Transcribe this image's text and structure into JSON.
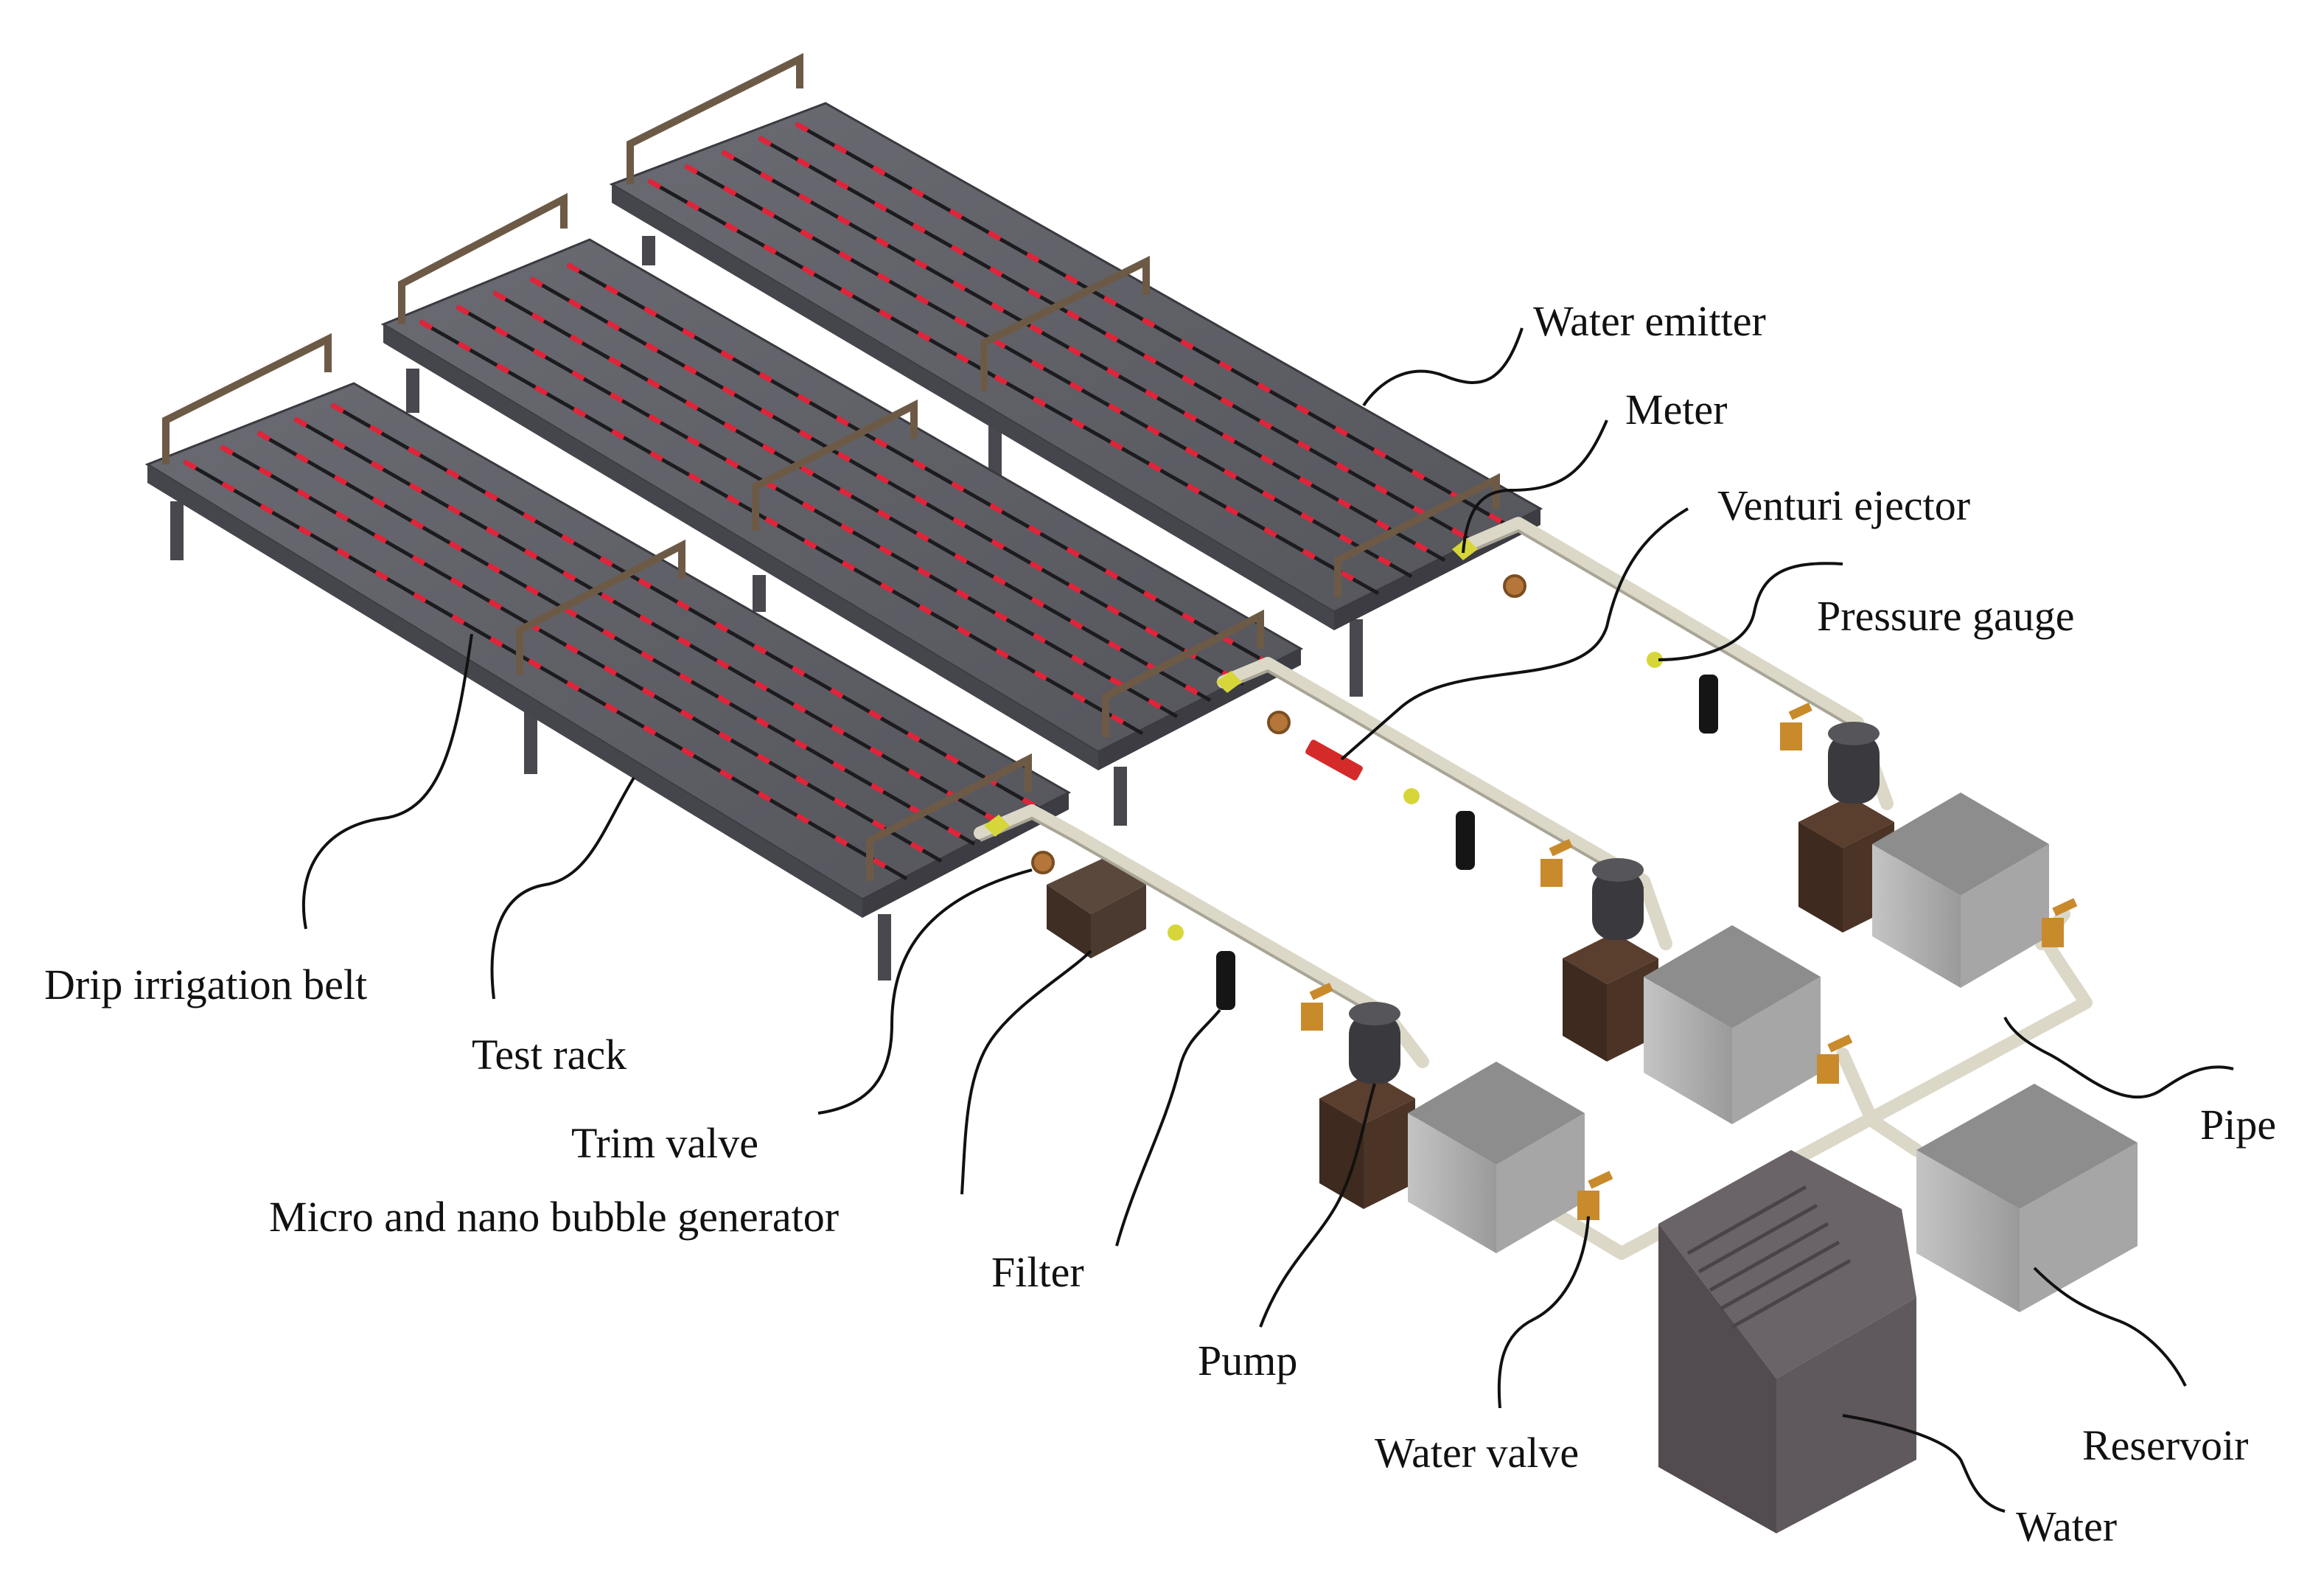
{
  "labels": {
    "water_emitter": "Water emitter",
    "meter": "Meter",
    "venturi_ejector": "Venturi ejector",
    "pressure_gauge": "Pressure gauge",
    "drip_irrigation_belt": "Drip irrigation belt",
    "test_rack": "Test rack",
    "trim_valve": "Trim valve",
    "micro_nano_bubble_generator": "Micro and nano bubble generator",
    "filter": "Filter",
    "pump": "Pump",
    "water_valve": "Water valve",
    "reservoir": "Reservoir",
    "pipe": "Pipe",
    "water": "Water"
  },
  "colors": {
    "rack_top": "#5b5b63",
    "rack_side": "#46464d",
    "leg": "#4a4a50",
    "belt": "#1c1c1f",
    "emitter": "#e0243a",
    "rail": "#6d5a46",
    "pipe": "#dcd8c8",
    "valve": "#c98a2c",
    "gauge": "#d6d63a",
    "filter": "#151515",
    "pump_body": "#4b3426",
    "motor": "#3a3a3e",
    "tank": "#b8b8b8",
    "water_unit": "#5a5356",
    "generator": "#4a3a30",
    "venturi": "#d42a2a"
  }
}
